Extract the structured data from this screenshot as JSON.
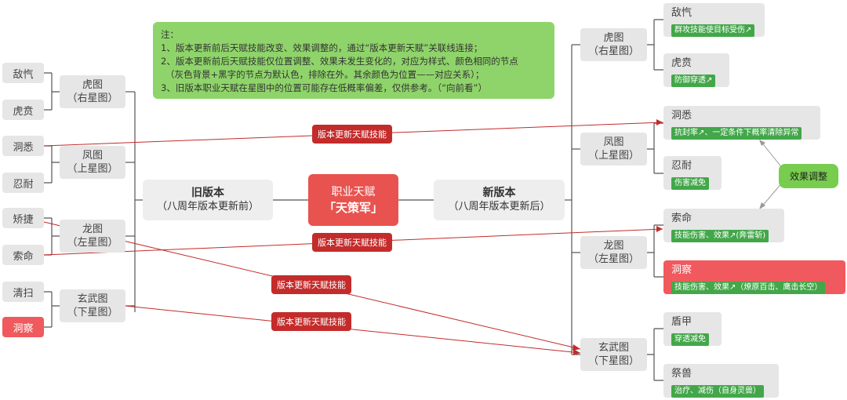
{
  "center": {
    "line1": "职业天赋",
    "line2": "「天策军」"
  },
  "old_version": {
    "title": "旧版本",
    "subtitle": "（八周年版本更新前）",
    "groups": [
      {
        "name": "虎图",
        "sub": "（右星图）",
        "items": [
          "敌忾",
          "虎贲"
        ]
      },
      {
        "name": "凤图",
        "sub": "（上星图）",
        "items": [
          "洞悉",
          "忍耐"
        ]
      },
      {
        "name": "龙图",
        "sub": "（左星图）",
        "items": [
          "矫捷",
          "索命"
        ]
      },
      {
        "name": "玄武图",
        "sub": "（下星图）",
        "items": [
          "清扫",
          "洞察"
        ]
      }
    ]
  },
  "new_version": {
    "title": "新版本",
    "subtitle": "（八周年版本更新后）",
    "groups": [
      {
        "name": "虎图",
        "sub": "（右星图）",
        "items": [
          {
            "name": "敌忾",
            "tag": "群攻技能使目标受伤↗"
          },
          {
            "name": "虎贲",
            "tag": "防御穿透↗"
          }
        ]
      },
      {
        "name": "凤图",
        "sub": "（上星图）",
        "items": [
          {
            "name": "洞悉",
            "tag": "抗封率↗、一定条件下概率清除异常"
          },
          {
            "name": "忍耐",
            "tag": "伤害减免"
          }
        ]
      },
      {
        "name": "龙图",
        "sub": "（左星图）",
        "items": [
          {
            "name": "索命",
            "tag": "技能伤害、效果↗(奔雷斩)"
          },
          {
            "name": "洞察",
            "tag": "技能伤害、效果↗（燎原百击、鹰击长空）"
          }
        ]
      },
      {
        "name": "玄武图",
        "sub": "（下星图）",
        "items": [
          {
            "name": "盾甲",
            "tag": "穿透减免"
          },
          {
            "name": "祭兽",
            "tag": "治疗、减伤（自身灵兽）"
          }
        ]
      }
    ]
  },
  "note": {
    "lines": [
      "注：",
      "1、版本更新前后天赋技能改变、效果调整的，通过“版本更新天赋”关联线连接；",
      "2、版本更新前后天赋技能仅位置调整、效果未发生变化的，对应为样式、颜色相同的节点",
      "（灰色背景+黑字的节点为默认色，排除在外。其余颜色为位置——对应关系）；",
      "3、旧版本职业天赋在星图中的位置可能存在低概率偏差，仅供参考。（“向前看”）"
    ]
  },
  "link_labels": [
    "版本更新天赋技能",
    "版本更新天赋技能",
    "版本更新天赋技能",
    "版本更新天赋技能"
  ],
  "effect_adjust_label": "效果调整",
  "colors": {
    "center": "#e8534f",
    "highlight": "#f0595d",
    "tag": "#43a74a",
    "note": "#8fd46a",
    "link": "#c42b2b",
    "adjust": "#78cc4e"
  }
}
